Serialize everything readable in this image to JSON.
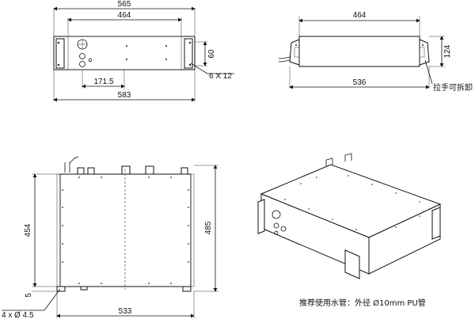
{
  "front_view": {
    "dim_overall_bracket": "565",
    "dim_inner": "464",
    "dim_height": "60",
    "dim_slot": "6 X 12",
    "dim_offset": "171.5",
    "dim_total": "583"
  },
  "side_view": {
    "dim_top": "464",
    "dim_height": "124",
    "dim_length": "536",
    "note_handle": "拉手可拆卸"
  },
  "top_view": {
    "dim_depth_left": "454",
    "dim_depth_right": "485",
    "dim_small": "5",
    "dim_width": "533",
    "dim_holes": "4 x Ø 4.5"
  },
  "iso_view": {
    "note_pipe": "推荐使用水管：外径 Ø10mm PU管"
  }
}
